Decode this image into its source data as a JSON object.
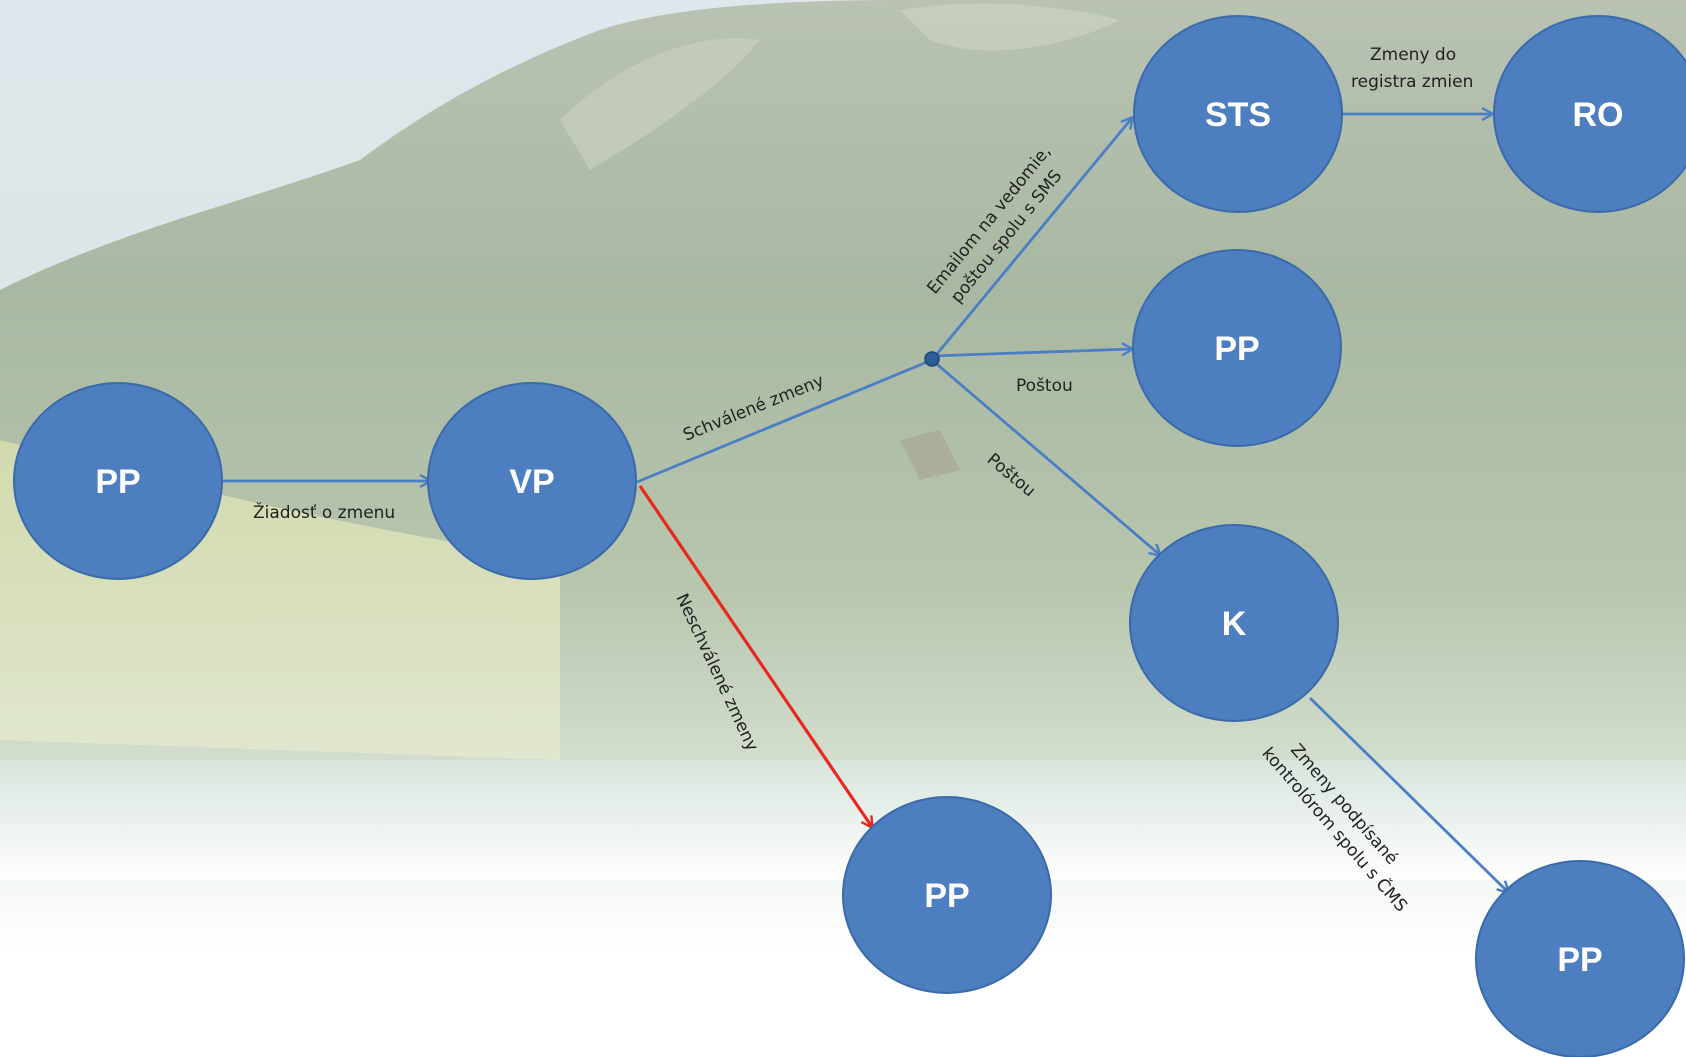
{
  "diagram": {
    "nodes": [
      {
        "id": "pp_start",
        "label": "PP"
      },
      {
        "id": "vp",
        "label": "VP"
      },
      {
        "id": "sts",
        "label": "STS"
      },
      {
        "id": "ro",
        "label": "RO"
      },
      {
        "id": "pp_mail",
        "label": "PP"
      },
      {
        "id": "k",
        "label": "K"
      },
      {
        "id": "pp_rejected",
        "label": "PP"
      },
      {
        "id": "pp_end",
        "label": "PP"
      }
    ],
    "edges": [
      {
        "from": "pp_start",
        "to": "vp",
        "label": "Žiadosť o zmenu",
        "color": "#4a7fc6"
      },
      {
        "from": "vp",
        "to": "junction",
        "label": "Schválené zmeny",
        "color": "#4a7fc6"
      },
      {
        "from": "junction",
        "to": "sts",
        "label": "Emailom na vedomie, poštou spolu s SMS",
        "color": "#4a7fc6"
      },
      {
        "from": "junction",
        "to": "pp_mail",
        "label": "Poštou",
        "color": "#4a7fc6"
      },
      {
        "from": "junction",
        "to": "k",
        "label": "Poštou",
        "color": "#4a7fc6"
      },
      {
        "from": "sts",
        "to": "ro",
        "label": "Zmeny do registra zmien",
        "color": "#4a7fc6"
      },
      {
        "from": "k",
        "to": "pp_end",
        "label": "Zmeny podpísané kontrolórom spolu s ČMS",
        "color": "#4a7fc6"
      },
      {
        "from": "vp",
        "to": "pp_rejected",
        "label": "Neschválené zmeny",
        "color": "#e8281e"
      }
    ],
    "colors": {
      "node_fill": "#4d7ebf",
      "node_stroke": "#3a6aa8",
      "edge_blue": "#4a7fc6",
      "edge_red": "#e8281e"
    }
  }
}
